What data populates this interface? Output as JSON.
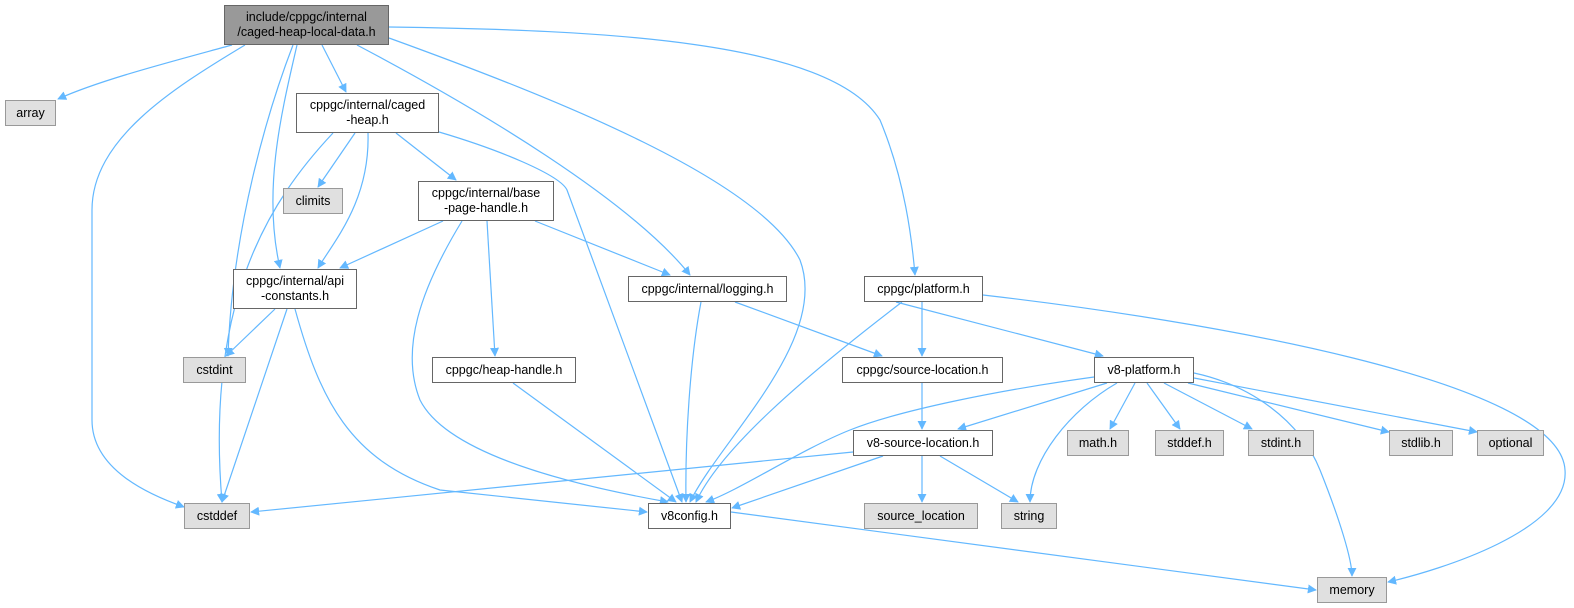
{
  "colors": {
    "edge": "#63b8ff",
    "root_fill": "#999999",
    "file_fill": "#ffffff",
    "system_fill": "#e0e0e0"
  },
  "nodes": [
    {
      "id": "root",
      "kind": "root",
      "lines": [
        "include/cppgc/internal",
        "/caged-heap-local-data.h"
      ]
    },
    {
      "id": "array",
      "kind": "system",
      "lines": [
        "array"
      ]
    },
    {
      "id": "caged_heap",
      "kind": "file",
      "lines": [
        "cppgc/internal/caged",
        "-heap.h"
      ]
    },
    {
      "id": "climits",
      "kind": "system",
      "lines": [
        "climits"
      ]
    },
    {
      "id": "base_page_handle",
      "kind": "file",
      "lines": [
        "cppgc/internal/base",
        "-page-handle.h"
      ]
    },
    {
      "id": "api_constants",
      "kind": "file",
      "lines": [
        "cppgc/internal/api",
        "-constants.h"
      ]
    },
    {
      "id": "logging",
      "kind": "file",
      "lines": [
        "cppgc/internal/logging.h"
      ]
    },
    {
      "id": "platform",
      "kind": "file",
      "lines": [
        "cppgc/platform.h"
      ]
    },
    {
      "id": "cstdint",
      "kind": "system",
      "lines": [
        "cstdint"
      ]
    },
    {
      "id": "heap_handle",
      "kind": "file",
      "lines": [
        "cppgc/heap-handle.h"
      ]
    },
    {
      "id": "source_location_h",
      "kind": "file",
      "lines": [
        "cppgc/source-location.h"
      ]
    },
    {
      "id": "v8_platform",
      "kind": "file",
      "lines": [
        "v8-platform.h"
      ]
    },
    {
      "id": "v8_source_location",
      "kind": "file",
      "lines": [
        "v8-source-location.h"
      ]
    },
    {
      "id": "math_h",
      "kind": "system",
      "lines": [
        "math.h"
      ]
    },
    {
      "id": "stddef_h",
      "kind": "system",
      "lines": [
        "stddef.h"
      ]
    },
    {
      "id": "stdint_h",
      "kind": "system",
      "lines": [
        "stdint.h"
      ]
    },
    {
      "id": "stdlib_h",
      "kind": "system",
      "lines": [
        "stdlib.h"
      ]
    },
    {
      "id": "optional",
      "kind": "system",
      "lines": [
        "optional"
      ]
    },
    {
      "id": "cstddef",
      "kind": "system",
      "lines": [
        "cstddef"
      ]
    },
    {
      "id": "v8config",
      "kind": "file",
      "lines": [
        "v8config.h"
      ]
    },
    {
      "id": "source_location",
      "kind": "system",
      "lines": [
        "source_location"
      ]
    },
    {
      "id": "string",
      "kind": "system",
      "lines": [
        "string"
      ]
    },
    {
      "id": "memory",
      "kind": "system",
      "lines": [
        "memory"
      ]
    }
  ],
  "edges": [
    [
      "root",
      "array"
    ],
    [
      "root",
      "cstddef"
    ],
    [
      "root",
      "cstdint"
    ],
    [
      "root",
      "api_constants"
    ],
    [
      "root",
      "caged_heap"
    ],
    [
      "root",
      "logging"
    ],
    [
      "root",
      "v8config"
    ],
    [
      "root",
      "platform"
    ],
    [
      "caged_heap",
      "climits"
    ],
    [
      "caged_heap",
      "api_constants"
    ],
    [
      "caged_heap",
      "base_page_handle"
    ],
    [
      "caged_heap",
      "cstddef"
    ],
    [
      "caged_heap",
      "v8config"
    ],
    [
      "base_page_handle",
      "api_constants"
    ],
    [
      "base_page_handle",
      "logging"
    ],
    [
      "base_page_handle",
      "heap_handle"
    ],
    [
      "base_page_handle",
      "v8config"
    ],
    [
      "api_constants",
      "cstdint"
    ],
    [
      "api_constants",
      "cstddef"
    ],
    [
      "api_constants",
      "v8config"
    ],
    [
      "logging",
      "v8config"
    ],
    [
      "logging",
      "source_location_h"
    ],
    [
      "heap_handle",
      "v8config"
    ],
    [
      "platform",
      "source_location_h"
    ],
    [
      "platform",
      "v8_platform"
    ],
    [
      "platform",
      "v8config"
    ],
    [
      "platform",
      "memory"
    ],
    [
      "source_location_h",
      "v8_source_location"
    ],
    [
      "v8_platform",
      "v8_source_location"
    ],
    [
      "v8_platform",
      "v8config"
    ],
    [
      "v8_platform",
      "string"
    ],
    [
      "v8_platform",
      "math_h"
    ],
    [
      "v8_platform",
      "stddef_h"
    ],
    [
      "v8_platform",
      "stdint_h"
    ],
    [
      "v8_platform",
      "stdlib_h"
    ],
    [
      "v8_platform",
      "optional"
    ],
    [
      "v8_platform",
      "memory"
    ],
    [
      "v8_source_location",
      "cstddef"
    ],
    [
      "v8_source_location",
      "v8config"
    ],
    [
      "v8_source_location",
      "source_location"
    ],
    [
      "v8_source_location",
      "string"
    ],
    [
      "v8config",
      "memory"
    ]
  ]
}
